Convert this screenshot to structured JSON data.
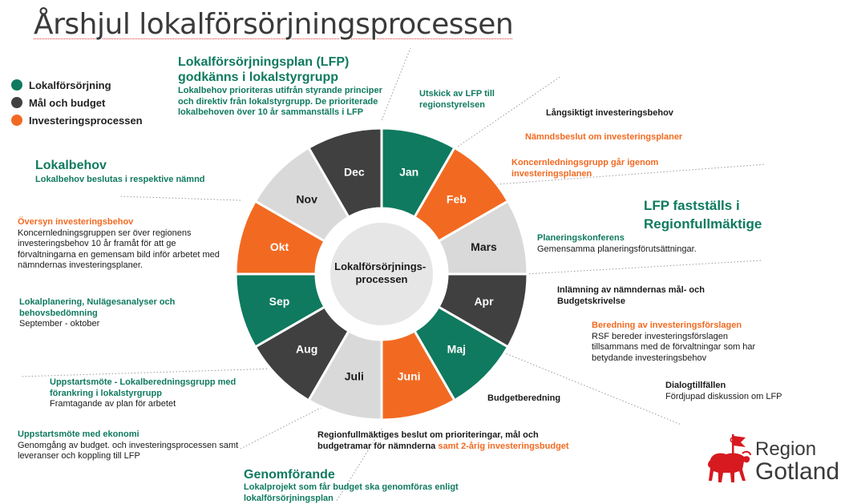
{
  "title": "Årshjul lokalförsörjningsprocessen",
  "legend": [
    {
      "label": "Lokalförsörjning",
      "color": "#0f7a5f"
    },
    {
      "label": "Mål och budget",
      "color": "#404040"
    },
    {
      "label": "Investeringsprocessen",
      "color": "#f26a21"
    }
  ],
  "center_label": [
    "Lokalförsörjnings-",
    "processen"
  ],
  "months": [
    {
      "label": "Jan",
      "color": "#0f7a5f"
    },
    {
      "label": "Feb",
      "color": "#f26a21"
    },
    {
      "label": "Mars",
      "color": "#d9d9d9"
    },
    {
      "label": "Apr",
      "color": "#404040"
    },
    {
      "label": "Maj",
      "color": "#0f7a5f"
    },
    {
      "label": "Juni",
      "color": "#f26a21"
    },
    {
      "label": "Juli",
      "color": "#d9d9d9"
    },
    {
      "label": "Aug",
      "color": "#404040"
    },
    {
      "label": "Sep",
      "color": "#0f7a5f"
    },
    {
      "label": "Okt",
      "color": "#f26a21"
    },
    {
      "label": "Nov",
      "color": "#d9d9d9"
    },
    {
      "label": "Dec",
      "color": "#404040"
    }
  ],
  "texts": {
    "lfp_title": "Lokalförsörjningsplan (LFP) godkänns i lokalstyrgrupp",
    "lfp_body": "Lokalbehov prioriteras utifrån styrande principer och direktiv från lokalstyrgrupp. De prioriterade lokalbehoven över 10 år sammanställs i LFP",
    "jan": "Utskick av LFP till regionstyrelsen",
    "langsiktigt": "Långsiktigt investeringsbehov",
    "namndsbeslut": "Nämndsbeslut om investeringsplaner",
    "koncernledning": "Koncernledningsgrupp går igenom investeringsplanen",
    "lfp_faststalls": "LFP fastställs i Regionfullmäktige",
    "plan_title": "Planeringskonferens",
    "plan_body": "Gemensamma planeringsförutsättningar.",
    "inlamning": "Inlämning av nämndernas mål- och Budgetskrivelse",
    "beredning_title": "Beredning av investeringsförslagen",
    "beredning_body": "RSF bereder investeringsförslagen tillsammans med de förvaltningar som har betydande investeringsbehov",
    "dialog_title": "Dialogtillfällen",
    "dialog_body": "Fördjupad diskussion om LFP",
    "budgetberedning": "Budgetberedning",
    "regionfull_1": "Regionfullmäktiges beslut om prioriteringar, mål och budgetramar för nämnderna",
    "regionfull_2": " samt 2-årig investeringsbudget",
    "genom_title": "Genomförande",
    "genom_body": "Lokalprojekt som får budget ska genomföras enligt lokalförsörjningsplan",
    "start_eko_title": "Uppstartsmöte med ekonomi",
    "start_eko_body": "Genomgång av budget. och investeringsprocessen samt leveranser och koppling till LFP",
    "start_lok_title": "Uppstartsmöte - Lokalberedningsgrupp med förankring i lokalstyrgrupp",
    "start_lok_body": "Framtagande av plan för arbetet",
    "lokalplan_title": "Lokalplanering, Nulägesanalyser och behovsbedömning",
    "lokalplan_body": "September - oktober",
    "oversyn_title": "Översyn investeringsbehov",
    "oversyn_body": "Koncernledningsgruppen ser över regionens investeringsbehov 10 år framåt för att ge förvaltningarna en gemensam bild inför arbetet med nämndernas investeringsplaner.",
    "lokalbehov_title": "Lokalbehov",
    "lokalbehov_body": "Lokalbehov beslutas i respektive nämnd"
  },
  "logo": {
    "line1": "Region",
    "line2": "Gotland"
  }
}
